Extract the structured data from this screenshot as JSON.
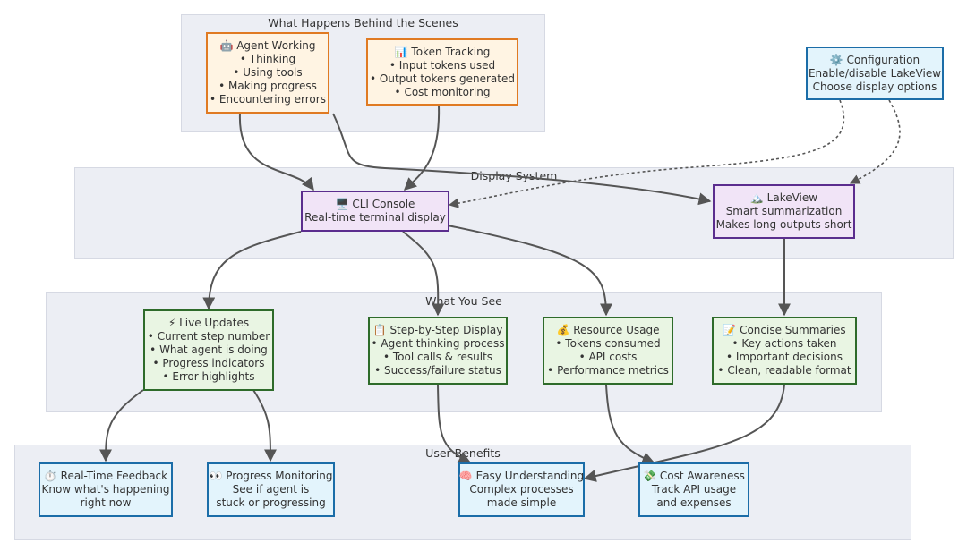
{
  "groups": {
    "behind": "What Happens Behind the Scenes",
    "display": "Display System",
    "see": "What You See",
    "benefits": "User Benefits"
  },
  "nodes": {
    "agent": [
      "🤖 Agent Working",
      "• Thinking",
      "• Using tools",
      "• Making progress",
      "• Encountering errors"
    ],
    "token": [
      "📊 Token Tracking",
      "• Input tokens used",
      "• Output tokens generated",
      "• Cost monitoring"
    ],
    "config": [
      "⚙️ Configuration",
      "Enable/disable LakeView",
      "Choose display options"
    ],
    "cli": [
      "🖥️ CLI Console",
      "Real-time terminal display"
    ],
    "lakeview": [
      "🏔️ LakeView",
      "Smart summarization",
      "Makes long outputs short"
    ],
    "live": [
      "⚡ Live Updates",
      "• Current step number",
      "• What agent is doing",
      "• Progress indicators",
      "• Error highlights"
    ],
    "step": [
      "📋 Step-by-Step Display",
      "• Agent thinking process",
      "• Tool calls & results",
      "• Success/failure status"
    ],
    "resource": [
      "💰 Resource Usage",
      "• Tokens consumed",
      "• API costs",
      "• Performance metrics"
    ],
    "summaries": [
      "📝 Concise Summaries",
      "• Key actions taken",
      "• Important decisions",
      "• Clean, readable format"
    ],
    "realtime": [
      "⏱️ Real-Time Feedback",
      "Know what's happening",
      "right now"
    ],
    "progress": [
      "👀 Progress Monitoring",
      "See if agent is",
      "stuck or progressing"
    ],
    "easy": [
      "🧠 Easy Understanding",
      "Complex processes",
      "made simple"
    ],
    "cost": [
      "💸 Cost Awareness",
      "Track API usage",
      "and expenses"
    ]
  },
  "colors": {
    "input_fill": "#fff4e3",
    "input_border": "#e07a22",
    "benefit_fill": "#e3f4fc",
    "benefit_border": "#1b6da8",
    "display_fill": "#f1e4f7",
    "display_border": "#5b2d8e",
    "output_fill": "#e9f5e3",
    "output_border": "#2e6b2a",
    "group_fill": "#eceef4",
    "edge": "#555555"
  }
}
